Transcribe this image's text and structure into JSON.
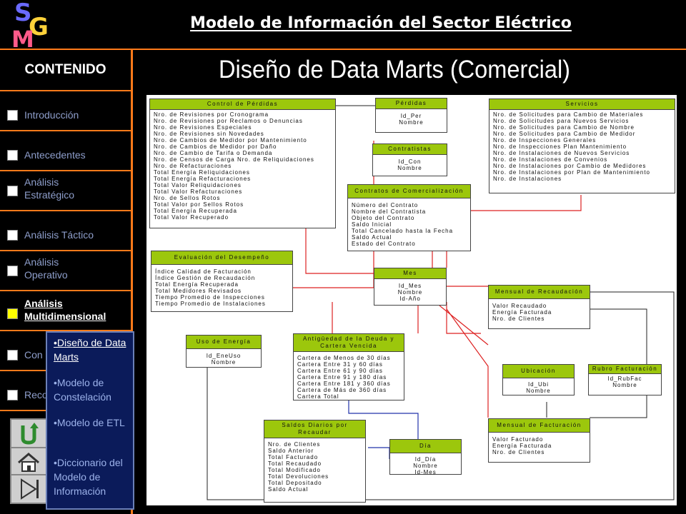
{
  "header": {
    "logo_letters": [
      "S",
      "G",
      "M"
    ],
    "title": "Modelo de Información del Sector Eléctrico",
    "accent_color": "#ff7a1a"
  },
  "page": {
    "title": "Diseño de Data Marts (Comercial)"
  },
  "sidebar": {
    "heading": "CONTENIDO",
    "items": [
      {
        "label": "Introducción",
        "active": false
      },
      {
        "label": "Antecedentes",
        "active": false
      },
      {
        "label": "Análisis Estratégico",
        "active": false
      },
      {
        "label": "Análisis Táctico",
        "active": false
      },
      {
        "label": "Análisis Operativo",
        "active": false
      },
      {
        "label": "Análisis Multidimensional",
        "active": true
      },
      {
        "label": "Con",
        "active": false
      },
      {
        "label": "Reco",
        "active": false
      }
    ],
    "submenu": [
      {
        "label": "•Diseño de Data Marts",
        "active": true
      },
      {
        "label": "•Modelo de Constelación",
        "active": false
      },
      {
        "label": "•Modelo de ETL",
        "active": false
      },
      {
        "label": "•Diccionario del Modelo de Información",
        "active": false
      }
    ],
    "buttons": [
      "return-icon",
      "home-icon",
      "end-icon"
    ]
  },
  "diagram": {
    "header_color": "#9cc70c",
    "entities": {
      "control": {
        "title": "Control de Pérdidas",
        "fields": [
          "Nro. de Revisiones por Cronograma",
          "Nro. de Revisiones por Reclamos o Denuncias",
          "Nro. de Revisiones Especiales",
          "Nro. de Revisiones sin Novedades",
          "Nro. de Cambios de Medidor por Mantenimiento",
          "Nro. de Cambios de Medidor por Daño",
          "Nro. de Cambio de Tarifa o Demanda",
          "Nro. de Censos de Carga Nro. de Reliquidaciones",
          "Nro. de Refacturaciones",
          "Total Energía Reliquidaciones",
          "Total Energía Refacturaciones",
          "Total Valor Reliquidaciones",
          "Total Valor Refacturaciones",
          "Nro. de Sellos Rotos",
          "Total Valor por Sellos Rotos",
          "Total Energía Recuperada",
          "Total Valor Recuperado"
        ]
      },
      "perdidas": {
        "title": "Pérdidas",
        "fields": [
          "Id_Per",
          "Nombre"
        ]
      },
      "contratistas": {
        "title": "Contratistas",
        "fields": [
          "Id_Con",
          "Nombre"
        ]
      },
      "contratos": {
        "title": "Contratos de Comercialización",
        "fields": [
          "Número del Contrato",
          "Nombre del Contratista",
          "Objeto del Contrato",
          "Saldo Inicial",
          "Total Cancelado hasta la Fecha",
          "Saldo Actual",
          "Estado del Contrato"
        ]
      },
      "servicios": {
        "title": "Servicios",
        "fields": [
          "Nro. de Solicitudes para Cambio de Materiales",
          "Nro. de Solicitudes para Nuevos Servicios",
          "Nro. de Solicitudes para Cambio de Nombre",
          "Nro. de Solicitudes para Cambio de Medidor",
          "Nro. de Inspecciones Generales",
          "Nro. de Inspecciones Plan Mantenimiento",
          "Nro. de Instalaciones de Nuevos Servicios",
          "Nro. de Instalaciones de Convenios",
          "Nro. de Instalaciones por Cambio de Medidores",
          "Nro. de Instalaciones por Plan de Mantenimiento",
          "Nro. de Instalaciones"
        ]
      },
      "evaluacion": {
        "title": "Evaluación del Desempeño",
        "fields": [
          "Índice Calidad de Facturación",
          "Índice Gestión de Recaudación",
          "Total Energía Recuperada",
          "Total Medidores Revisados",
          "Tiempo Promedio de Inspecciones",
          "Tiempo Promedio de Instalaciones"
        ]
      },
      "mes": {
        "title": "Mes",
        "fields": [
          "Id_Mes",
          "Nombre",
          "Id-Año"
        ]
      },
      "recaudacion": {
        "title": "Mensual de Recaudación",
        "fields": [
          "Valor Recaudado",
          "Energía Facturada",
          "Nro. de Clientes"
        ]
      },
      "usoenergia": {
        "title": "Uso de Energía",
        "fields": [
          "Id_EneUso",
          "Nombre"
        ]
      },
      "antiguedad": {
        "title": "Antigüedad de la Deuda y Cartera Vencida",
        "fields": [
          "Cartera de Menos de 30 días",
          "Cartera Entre 31 y 60 días",
          "Cartera Entre 61 y 90 días",
          "Cartera Entre 91 y 180 días",
          "Cartera Entre 181 y 360 días",
          "Cartera de Más de 360 días",
          "Cartera Total"
        ]
      },
      "ubicacion": {
        "title": "Ubicación",
        "fields": [
          "Id_Ubi",
          "Nombre"
        ]
      },
      "rubro": {
        "title": "Rubro Facturación",
        "fields": [
          "Id_RubFac",
          "Nombre"
        ]
      },
      "saldos": {
        "title": "Saldos Diarios por Recaudar",
        "fields": [
          "Nro. de Clientes",
          "Saldo Anterior",
          "Total Facturado",
          "Total Recaudado",
          "Total Modificado",
          "Total Devoluciones",
          "Total Depositado",
          "Saldo Actual"
        ]
      },
      "dia": {
        "title": "Día",
        "fields": [
          "Id_Día",
          "Nombre",
          "Id-Mes"
        ]
      },
      "facturacion": {
        "title": "Mensual de Facturación",
        "fields": [
          "Valor Facturado",
          "Energía Facturada",
          "Nro. de Clientes"
        ]
      }
    }
  }
}
